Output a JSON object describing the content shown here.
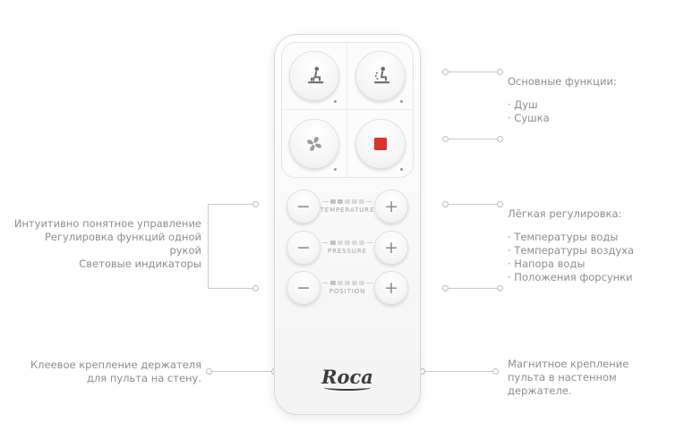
{
  "remote": {
    "brand": "Roca",
    "controls": {
      "minus": "−",
      "plus": "+",
      "sliders": [
        "TEMPERATURE",
        "PRESSURE",
        "POSITION"
      ]
    },
    "colors": {
      "stop_red": "#d8342c"
    }
  },
  "callouts": {
    "functions": {
      "title": "Основные функции:",
      "items": [
        "· Душ",
        "· Сушка"
      ]
    },
    "adjustment": {
      "title": "Лёгкая регулировка:",
      "items": [
        "· Температуры воды",
        "· Температуры воздуха",
        "· Напора воды",
        "· Положения форсунки"
      ]
    },
    "control_features": {
      "lines": [
        "Интуитивно понятное управление",
        "Регулировка функций одной рукой",
        "Световые индикаторы"
      ]
    },
    "adhesive_mount": {
      "lines": [
        "Клеевое крепление держателя",
        "для пульта на стену."
      ]
    },
    "magnetic_mount": {
      "lines": [
        "Магнитное крепление",
        "пульта в настенном",
        "держателе."
      ]
    }
  }
}
